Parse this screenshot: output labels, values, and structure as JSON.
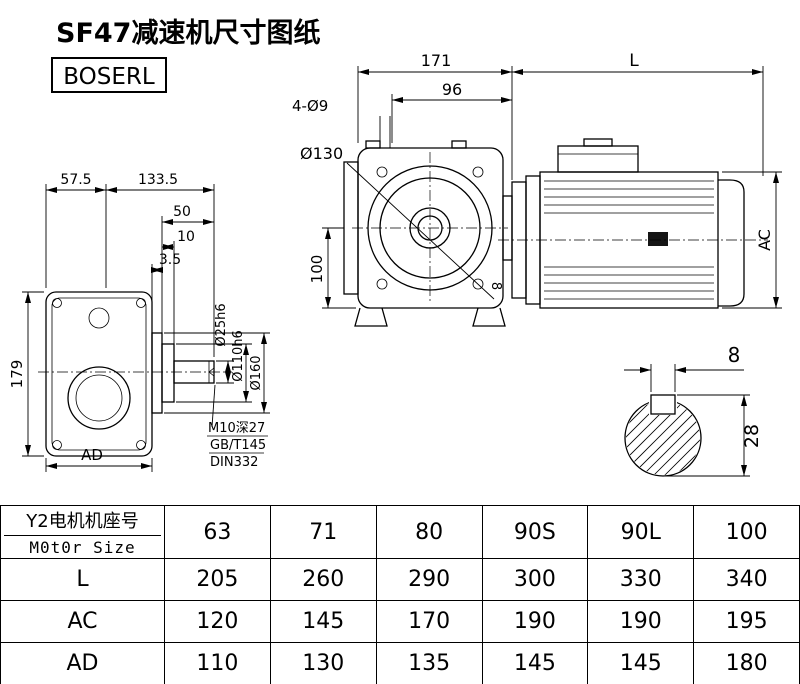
{
  "page": {
    "title": "SF47减速机尺寸图纸",
    "brand": "BOSERL"
  },
  "front_view": {
    "dim_width": "171",
    "dim_inner": "96",
    "dim_holes": "4-Ø9",
    "dim_flange": "Ø130",
    "dim_height": "100",
    "dim_8": "8"
  },
  "motor_view": {
    "dim_length": "L",
    "dim_ac": "AC"
  },
  "side_view": {
    "dim_57_5": "57.5",
    "dim_133_5": "133.5",
    "dim_50": "50",
    "dim_10": "10",
    "dim_3_5": "3.5",
    "dim_179": "179",
    "dim_ad": "AD",
    "dim_shaft_d": "Ø25h6",
    "dim_pilot_d": "Ø110h6",
    "dim_flange_d": "Ø160",
    "note1": "M10深27",
    "note2": "GB/T145",
    "note3": "DIN332"
  },
  "section_view": {
    "dim_key_w": "8",
    "dim_key_h": "28"
  },
  "table": {
    "motor_label_cn": "Y2电机机座号",
    "motor_label_en": "M0t0r Size",
    "sizes": [
      "63",
      "71",
      "80",
      "90S",
      "90L",
      "100"
    ],
    "rows": [
      {
        "label": "L",
        "values": [
          "205",
          "260",
          "290",
          "300",
          "330",
          "340"
        ]
      },
      {
        "label": "AC",
        "values": [
          "120",
          "145",
          "170",
          "190",
          "190",
          "195"
        ]
      },
      {
        "label": "AD",
        "values": [
          "110",
          "130",
          "135",
          "145",
          "145",
          "180"
        ]
      }
    ]
  }
}
